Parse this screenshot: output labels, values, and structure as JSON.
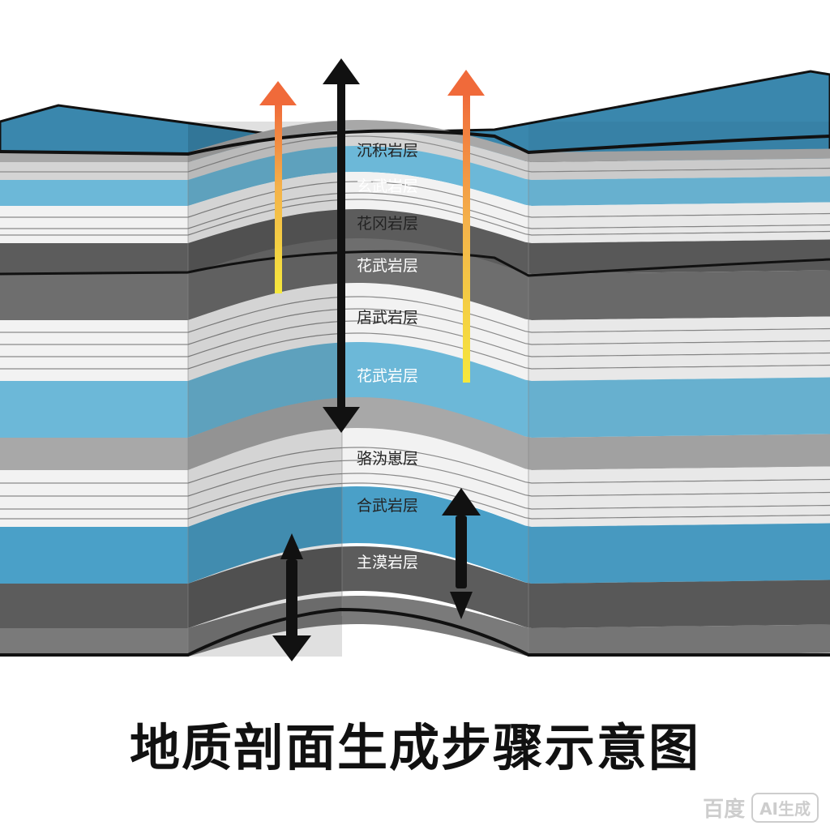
{
  "title": "地质剖面生成步骤示意图",
  "layer_labels": [
    "沉积岩层",
    "玄武岩层",
    "花冈岩层",
    "花武岩层",
    "扂武岩层",
    "花武岩层",
    "骆沩崽层",
    "合武岩层",
    "主漠岩层"
  ],
  "watermark": {
    "brand": "百度",
    "badge": "AI生成"
  },
  "colors": {
    "surface_blue": "#3a87ad",
    "light_blue": "#6cb8d8",
    "mid_blue": "#4aa0c8",
    "dark_gray": "#5c5c5c",
    "mid_gray": "#a8a8a8",
    "light_gray": "#d4d4d4",
    "pale": "#f2f2f2",
    "arrow_black": "#111111",
    "arrow_orange": "#f06a3a",
    "arrow_yellow": "#f5e83c"
  },
  "arrows": [
    {
      "name": "left-gradient-up-arrow",
      "type": "gradient-up"
    },
    {
      "name": "center-double-arrow",
      "type": "double-black"
    },
    {
      "name": "right-gradient-up-arrow",
      "type": "gradient-up"
    },
    {
      "name": "lower-left-double-arrow",
      "type": "double-black"
    },
    {
      "name": "lower-right-double-arrow",
      "type": "double-black"
    }
  ]
}
